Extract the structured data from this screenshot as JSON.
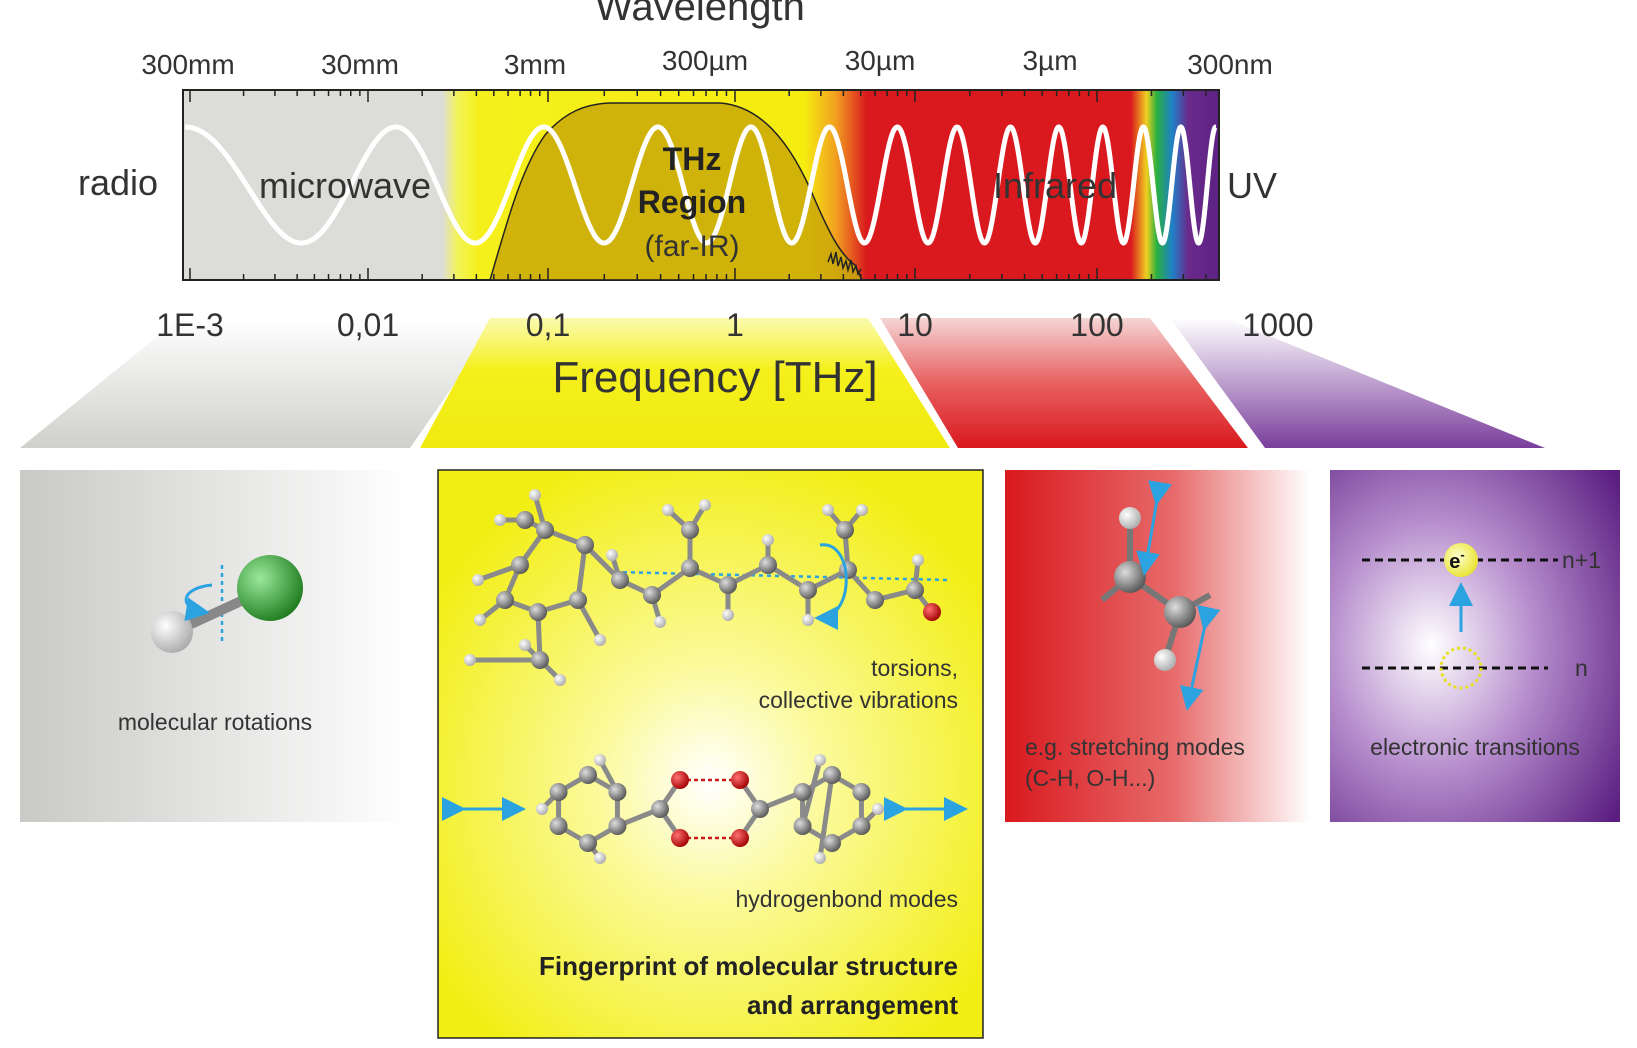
{
  "axis": {
    "top_title": "Wavelength",
    "bottom_title": "Frequency [THz]",
    "wavelength_ticks": [
      "300mm",
      "30mm",
      "3mm",
      "300µm",
      "30µm",
      "3µm",
      "300nm"
    ],
    "frequency_ticks": [
      "1E-3",
      "0,01",
      "0,1",
      "1",
      "10",
      "100",
      "1000"
    ]
  },
  "bands": {
    "radio": "radio",
    "microwave": "microwave",
    "thz_line1": "THz",
    "thz_line2": "Region",
    "thz_line3": "(far-IR)",
    "infrared": "Infrared",
    "uv": "UV"
  },
  "panels": {
    "rotation": {
      "caption": "molecular rotations"
    },
    "thz": {
      "torsion_line1": "torsions,",
      "torsion_line2": "collective vibrations",
      "hbond": "hydrogenbond modes",
      "summary_line1": "Fingerprint of molecular structure",
      "summary_line2": "and arrangement"
    },
    "ir": {
      "caption_line1": "e.g. stretching modes",
      "caption_line2": "(C-H, O-H...)"
    },
    "uv": {
      "caption": "electronic transitions",
      "electron": "e",
      "electron_sup": "-",
      "level_upper": "n+1",
      "level_lower": "n"
    }
  },
  "colors": {
    "microwave": "#dcdcd8",
    "thz": "#f2ee1a",
    "infrared": "#d9191e",
    "uv": "#6a2a8c",
    "arrow": "#2aa3e0",
    "carbon": "#7a7a7a",
    "hydrogen": "#f2f2f2",
    "oxygen": "#cc1a1a",
    "chlorine": "#3aa83a"
  }
}
